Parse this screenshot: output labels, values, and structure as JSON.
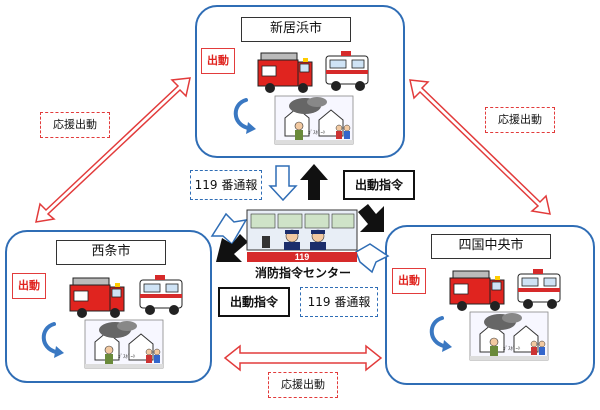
{
  "cities": {
    "niihama": {
      "name": "新居浜市",
      "dispatch": "出動"
    },
    "saijo": {
      "name": "西条市",
      "dispatch": "出動"
    },
    "shikokuchuo": {
      "name": "四国中央市",
      "dispatch": "出動"
    }
  },
  "center": {
    "name": "消防指令センター",
    "sign": "119"
  },
  "labels": {
    "support_left": "応援出動",
    "support_right": "応援出動",
    "support_bottom": "応援出動",
    "report_top": "119 番通報",
    "report_bottom": "119 番通報",
    "order_top": "出動指令",
    "order_bottom": "出動指令",
    "scene_text": "ｶﾞｽﾎﾞｰﾄ"
  },
  "colors": {
    "panel_border": "#2f6db5",
    "support_arrow": "#e23b3b",
    "report_arrow": "#2f6db5",
    "order_arrow": "#111111",
    "fire_truck": "#e0241f",
    "ambulance_stripe": "#d62a2a"
  }
}
